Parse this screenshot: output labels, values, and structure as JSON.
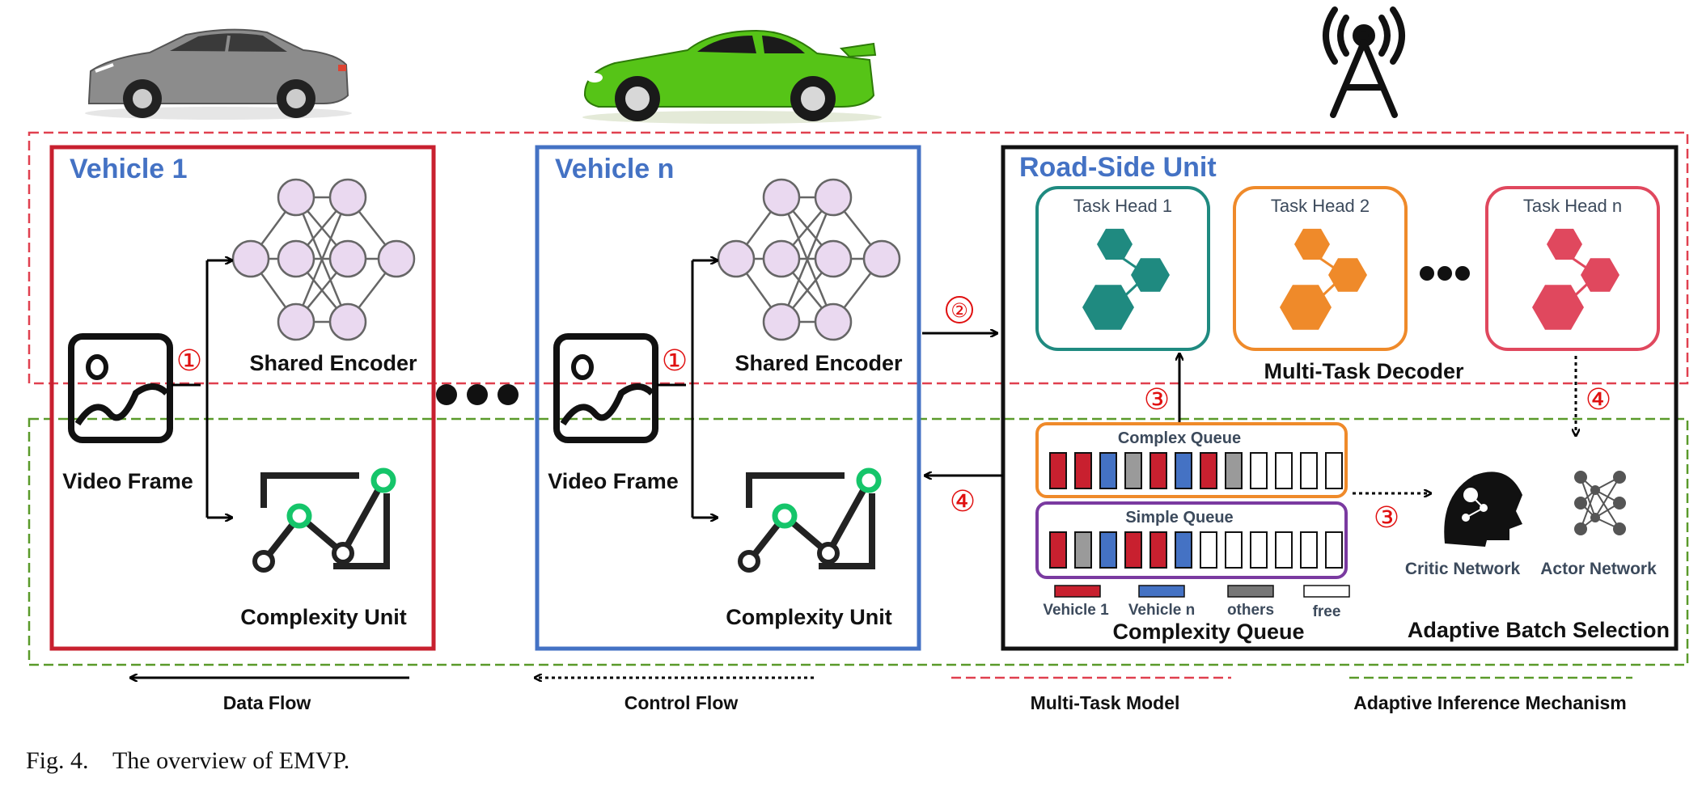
{
  "vehicle1": {
    "title": "Vehicle 1",
    "encoder_label": "Shared Encoder",
    "frame_label": "Video Frame",
    "complexity_label": "Complexity Unit",
    "step_marker": "①"
  },
  "vehiclen": {
    "title": "Vehicle n",
    "encoder_label": "Shared Encoder",
    "frame_label": "Video Frame",
    "complexity_label": "Complexity Unit",
    "step_marker": "①"
  },
  "rsu": {
    "title": "Road-Side Unit",
    "task_heads": [
      "Task Head 1",
      "Task Head 2",
      "Task Head n"
    ],
    "decoder_label": "Multi-Task Decoder",
    "complex_queue_label": "Complex Queue",
    "simple_queue_label": "Simple Queue",
    "complexity_queue_label": "Complexity Queue",
    "queue_legend": [
      "Vehicle 1",
      "Vehicle n",
      "others",
      "free"
    ],
    "critic_label": "Critic Network",
    "actor_label": "Actor Network",
    "adaptive_label": "Adaptive Batch Selection",
    "complex_queue": [
      "v1",
      "v1",
      "vn",
      "o",
      "v1",
      "vn",
      "v1",
      "o",
      "f",
      "f",
      "f",
      "f"
    ],
    "simple_queue": [
      "v1",
      "o",
      "vn",
      "v1",
      "v1",
      "vn",
      "f",
      "f",
      "f",
      "f",
      "f",
      "f"
    ]
  },
  "markers": {
    "m2": "②",
    "m3_up": "③",
    "m4_right": "④",
    "m4_left": "④",
    "m3_right": "③"
  },
  "legend": {
    "data_flow": "Data Flow",
    "control_flow": "Control Flow",
    "multi_task_model": "Multi-Task Model",
    "adaptive_inference": "Adaptive Inference Mechanism"
  },
  "caption": "Fig. 4.    The overview of EMVP.",
  "colors": {
    "vehicle1_red": "#c8202f",
    "vehiclen_blue": "#4472c4",
    "rsu_black": "#111111",
    "multitask_dash": "#e0404f",
    "adaptive_dash": "#5a9a2a",
    "head1": "#1f8a80",
    "head2": "#ef8a2a",
    "headn": "#e0485e",
    "node_fill": "#ead9f0",
    "queue_v1": "#c8202f",
    "queue_vn": "#4472c4",
    "queue_other": "#9a9a9a",
    "complex_q_border": "#ef8a2a",
    "simple_q_border": "#7a3aa0",
    "marker_red": "#e01010",
    "green_dot": "#15c56a"
  },
  "icons": [
    "gray-sedan-icon",
    "green-sportscar-icon",
    "antenna-tower-icon",
    "image-icon",
    "line-chart-icon",
    "hexagon-cluster-icon",
    "human-head-icon",
    "neural-network-icon"
  ]
}
